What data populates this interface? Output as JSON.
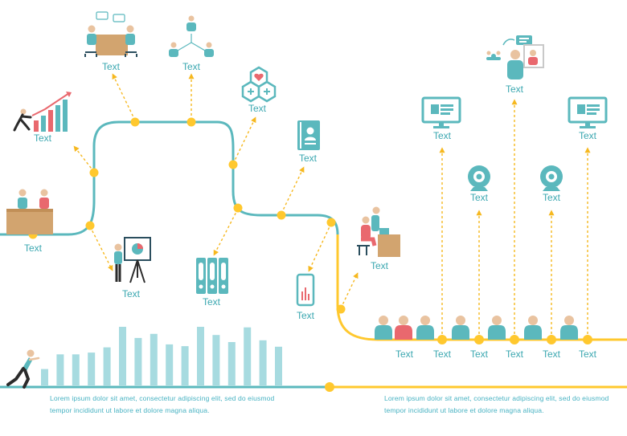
{
  "colors": {
    "teal": "#5bb8bd",
    "gold": "#ffc82e",
    "arrow": "#f6b81f",
    "bar": "#a7dbe0",
    "label": "#3aa7b0",
    "coral": "#e9686e",
    "desk": "#d2a46f"
  },
  "labels": {
    "meeting": "Text",
    "network": "Text",
    "growth": "Text",
    "hexagons": "Text",
    "contacts": "Text",
    "desk_left": "Text",
    "presenter": "Text",
    "binders": "Text",
    "phone": "Text",
    "worker": "Text",
    "monitor_1": "Text",
    "webcam_1": "Text",
    "video_call": "Text",
    "webcam_2": "Text",
    "monitor_2": "Text",
    "bottom": [
      "Text",
      "Text",
      "Text",
      "Text",
      "Text",
      "Text"
    ]
  },
  "paragraphs": {
    "left": "Lorem ipsum dolor sit amet, consectetur adipiscing elit, sed do eiusmod tempor incididunt ut labore et dolore magna aliqua.",
    "right": "Lorem ipsum dolor sit amet, consectetur adipiscing elit, sed do eiusmod tempor incididunt ut labore et dolore magna aliqua."
  },
  "bar_heights": [
    0.28,
    0.53,
    0.53,
    0.56,
    0.65,
    1.0,
    0.81,
    0.88,
    0.7,
    0.67,
    1.0,
    0.86,
    0.74,
    0.99,
    0.77,
    0.66
  ]
}
